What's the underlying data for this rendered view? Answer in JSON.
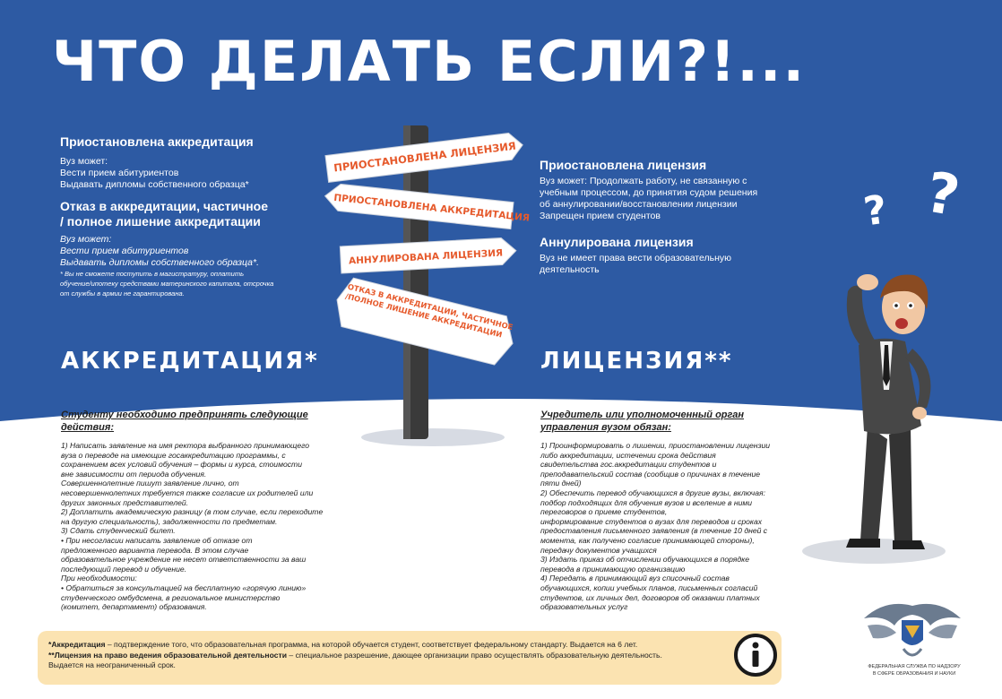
{
  "title": "ЧТО ДЕЛАТЬ ЕСЛИ?!...",
  "signs": [
    "ПРИОСТАНОВЛЕНА ЛИЦЕНЗИЯ",
    "ПРИОСТАНОВЛЕНА АККРЕДИТАЦИЯ",
    "АННУЛИРОВАНА ЛИЦЕНЗИЯ",
    "ОТКАЗ В АККРЕДИТАЦИИ, ЧАСТИЧНОЕ",
    "/ПОЛНОЕ ЛИШЕНИЕ АККРЕДИТАЦИИ"
  ],
  "accreditation": {
    "suspended": {
      "heading": "Приостановлена аккредитация",
      "lines": [
        "Вуз может:",
        "Вести прием абитуриентов",
        "Выдавать дипломы собственного образца*"
      ]
    },
    "refused": {
      "heading_1": "Отказ в аккредитации, частичное",
      "heading_2": "/ полное лишение аккредитации",
      "lines": [
        "Вуз может:",
        "Вести прием абитуриентов",
        "Выдавать дипломы собственного образца*."
      ],
      "note": [
        "* Вы не сможете поступить в магистратуру, оплатить",
        "обучение/ипотеку средствами материнского капитала, отсрочка",
        "от службы в армии не гарантирована."
      ]
    },
    "section_title": "АККРЕДИТАЦИЯ*",
    "intro_1": "Студенту необходимо предпринять следующие",
    "intro_2": "действия:",
    "body": [
      "1) Написать заявление на имя ректора выбранного принимающего",
      "вуза о переводе на имеющие госаккредитацию программы, с",
      "сохранением всех условий обучения – формы и курса, стоимости",
      "вне зависимости от периода обучения.",
      "Совершеннолетние пишут заявление лично, от",
      "несовершеннолетних требуется также согласие их родителей или",
      "других законных представителей.",
      "2) Доплатить академическую разницу (в том случае, если переходите",
      "на другую специальность), задолженности по предметам.",
      "3) Сдать студенческий билет.",
      "  • При несогласии написать заявление об отказе от",
      "предложенного варианта перевода. В этом случае",
      "образовательное учреждение не несет ответственности за ваш",
      "последующий перевод и обучение.",
      "При необходимости:",
      "  • Обратиться за консультацией на бесплатную «горячую линию»",
      "студенческого омбудсмена, в региональное министерство",
      "(комитет, департамент) образования."
    ]
  },
  "license": {
    "suspended": {
      "heading": "Приостановлена лицензия",
      "lines": [
        "Вуз может: Продолжать работу, не связанную с",
        "учебным процессом, до принятия судом решения",
        "об аннулировании/восстановлении лицензии",
        "Запрещен прием студентов"
      ]
    },
    "annulled": {
      "heading": "Аннулирована лицензия",
      "lines": [
        "Вуз не имеет права вести образовательную",
        "деятельность"
      ]
    },
    "section_title": "ЛИЦЕНЗИЯ**",
    "intro_1": "Учредитель или уполномоченный орган",
    "intro_2": "управления вузом обязан:",
    "body": [
      "1) Проинформировать о лишении, приостановлении лицензии",
      "либо аккредитации, истечении срока действия",
      "свидетельства гос.аккредитации студентов и",
      "преподавательский состав (сообщив о причинах в течение",
      "пяти дней)",
      "2) Обеспечить перевод обучающихся в другие вузы, включая:",
      "подбор подходящих для обучения вузов и вселение в ними",
      "переговоров о приеме студентов,",
      "информирование студентов о вузах для переводов и сроках",
      "предоставления письменного заявления (в течение 10 дней с",
      "момента, как получено согласие принимающей стороны),",
      "передачу документов учащихся",
      "3) Издать приказ об отчислении обучающихся в порядке",
      "перевода в принимающую организацию",
      "4) Передать в принимающий вуз списочный состав",
      "обучающихся, копии учебных планов, письменных согласий",
      "студентов, их личных дел, договоров об оказании платных",
      "образовательных услуг"
    ]
  },
  "footer": {
    "line1_bold": "*Аккредитация",
    "line1_rest": " – подтверждение того, что образовательная программа, на которой обучается студент, соответствует федеральному стандарту. Выдается на 6 лет.",
    "line2_bold": "**Лицензия на право ведения образовательной деятельности",
    "line2_rest": " – специальное разрешение, дающее организации право осуществлять образовательную деятельность.",
    "line3": "Выдается на неограниченный срок."
  },
  "logo_text": [
    "ФЕДЕРАЛЬНАЯ СЛУЖБА ПО НАДЗОРУ",
    "В СФЕРЕ ОБРАЗОВАНИЯ И НАУКИ"
  ],
  "colors": {
    "blue": "#2d5aa3",
    "sign_orange": "#e65a2c",
    "footer_bg": "#fbe3b1"
  },
  "icons": [
    "question-mark-icon",
    "info-icon",
    "signpost-icon",
    "emblem-icon"
  ]
}
